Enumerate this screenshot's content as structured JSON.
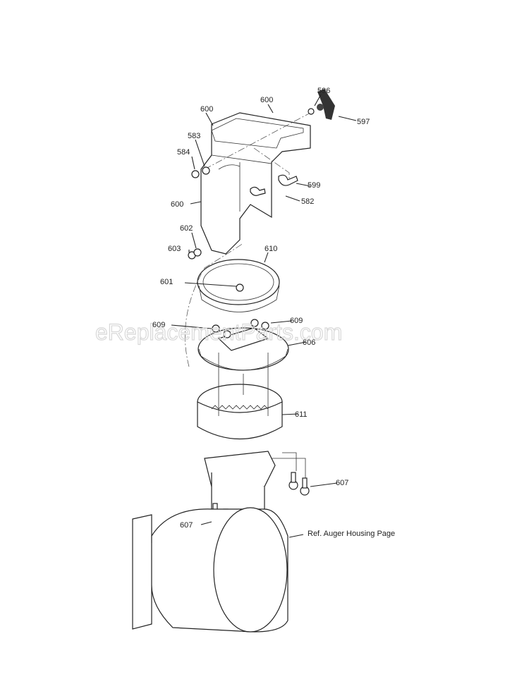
{
  "watermark": "eReplacementParts.com",
  "labels": {
    "p600a": "600",
    "p600b": "600",
    "p596": "596",
    "p597": "597",
    "p583": "583",
    "p584": "584",
    "p599": "599",
    "p582": "582",
    "p600c": "600",
    "p602": "602",
    "p603": "603",
    "p610": "610",
    "p601": "601",
    "p609a": "609",
    "p609b": "609",
    "p606": "606",
    "p611": "611",
    "p607a": "607",
    "p607b": "607",
    "ref": "Ref. Auger Housing Page"
  }
}
